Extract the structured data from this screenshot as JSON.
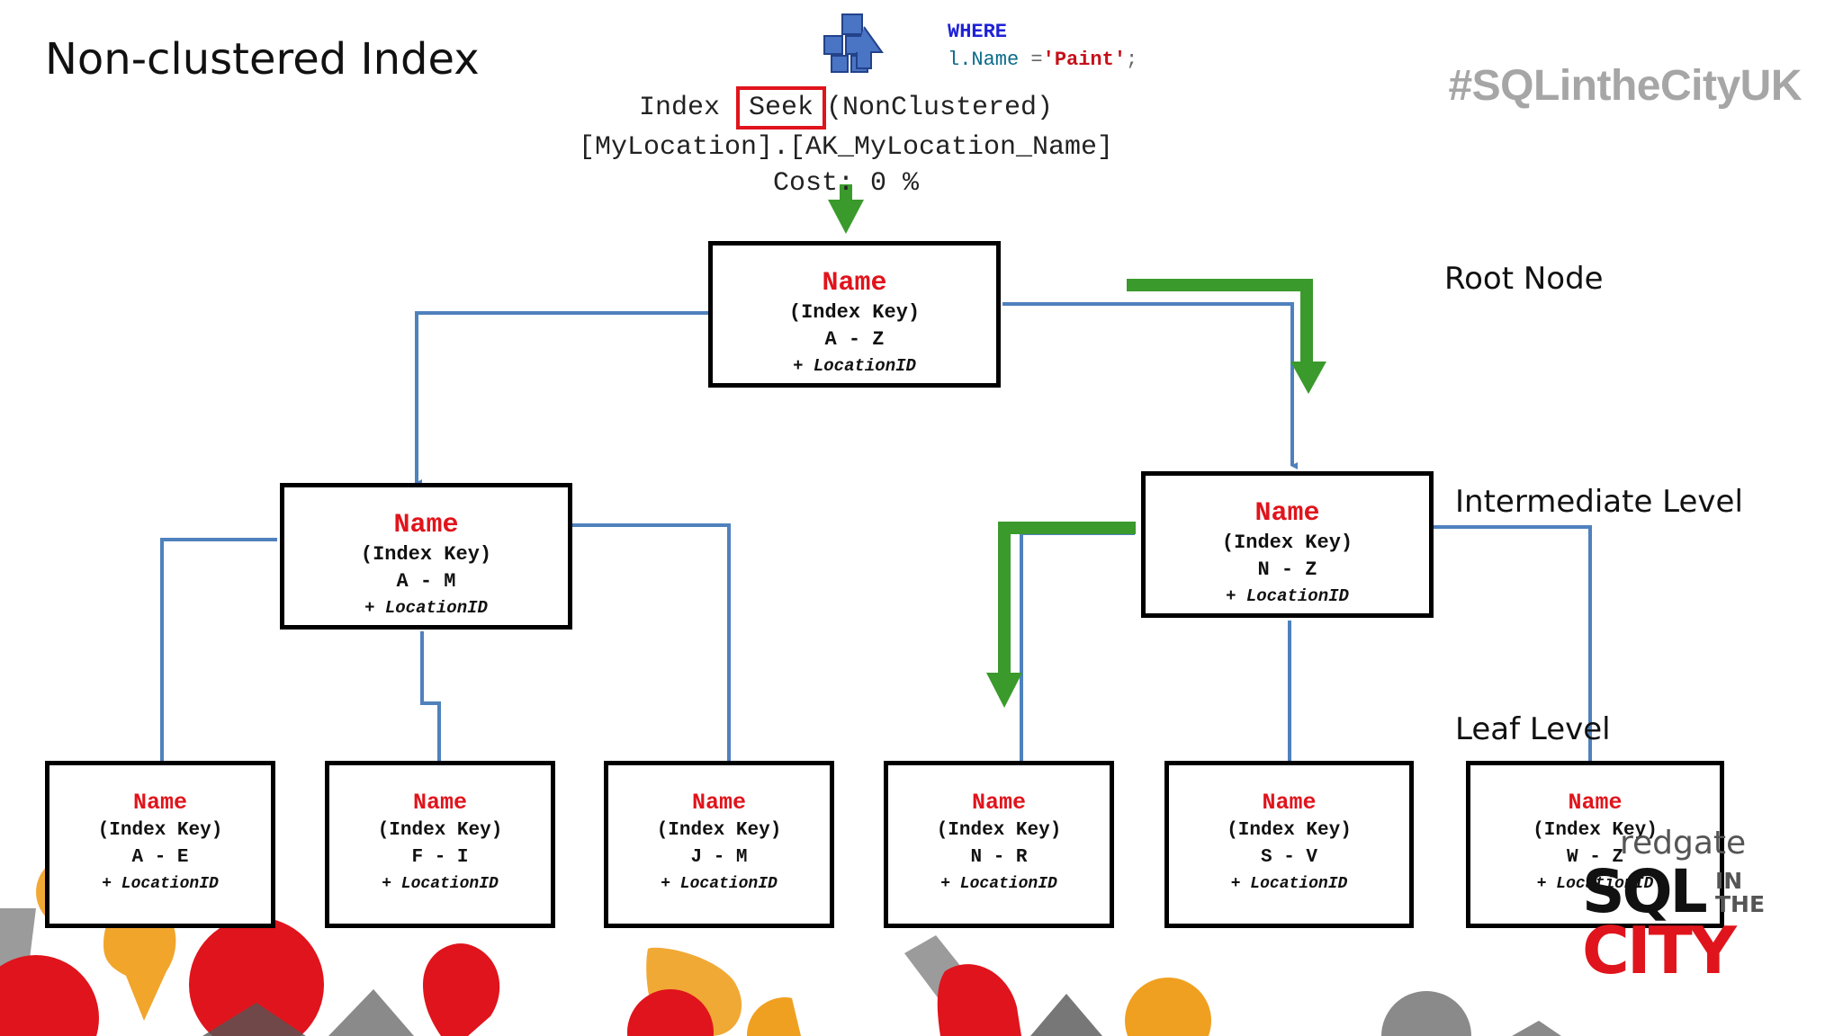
{
  "slide": {
    "title": "Non-clustered Index",
    "hashtag": "#SQLintheCityUK"
  },
  "query": {
    "where_keyword": "WHERE",
    "predicate_column": "l.Name",
    "predicate_operator": " =",
    "predicate_value": "'Paint'",
    "predicate_end": ";"
  },
  "plan_operator": {
    "icon": "index-seek-icon",
    "label_prefix": "Index",
    "label_highlight": "Seek",
    "label_suffix": "(NonClustered)",
    "object": "[MyLocation].[AK_MyLocation_Name]",
    "cost": "Cost: 0 %"
  },
  "levels": {
    "root": "Root Node",
    "intermediate": "Intermediate Level",
    "leaf": "Leaf Level"
  },
  "tree": {
    "root": {
      "name": "Name",
      "key": "(Index Key)",
      "range": "A - Z",
      "include": "+ LocationID"
    },
    "intermediate": [
      {
        "name": "Name",
        "key": "(Index Key)",
        "range": "A - M",
        "include": "+ LocationID"
      },
      {
        "name": "Name",
        "key": "(Index Key)",
        "range": "N - Z",
        "include": "+ LocationID"
      }
    ],
    "leaves": [
      {
        "name": "Name",
        "key": "(Index Key)",
        "range": "A - E",
        "include": "+ LocationID"
      },
      {
        "name": "Name",
        "key": "(Index Key)",
        "range": "F - I",
        "include": "+ LocationID"
      },
      {
        "name": "Name",
        "key": "(Index Key)",
        "range": "J - M",
        "include": "+ LocationID"
      },
      {
        "name": "Name",
        "key": "(Index Key)",
        "range": "N - R",
        "include": "+ LocationID"
      },
      {
        "name": "Name",
        "key": "(Index Key)",
        "range": "S - V",
        "include": "+ LocationID"
      },
      {
        "name": "Name",
        "key": "(Index Key)",
        "range": "W - Z",
        "include": "+ LocationID"
      }
    ],
    "seek_path": "root -> N - Z -> N - R"
  },
  "logo": {
    "brand": "redgate",
    "line1": "SQL",
    "line2a": "IN",
    "line2b": "THE",
    "line3": "CITY"
  },
  "colors": {
    "node_name": "#e0141c",
    "tree_link": "#4f81bd",
    "seek_arrow": "#3a9a2c",
    "seek_highlight": "#e0141c",
    "hashtag": "#a6a6a6"
  }
}
